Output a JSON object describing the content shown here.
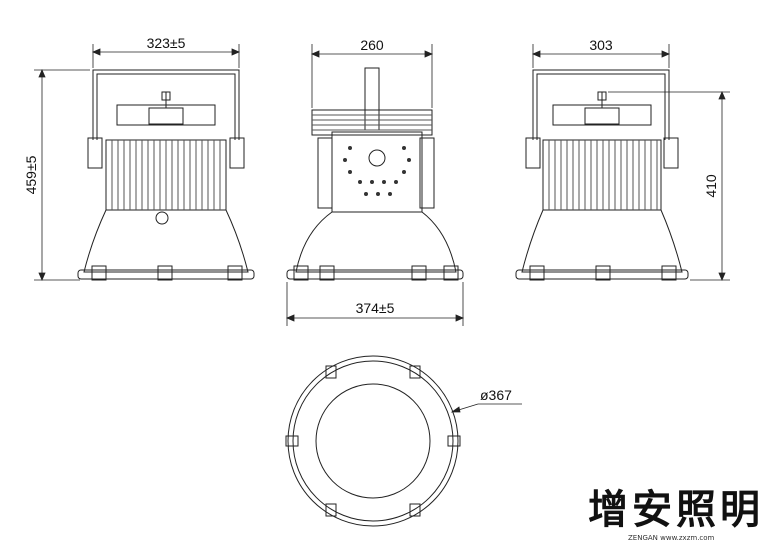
{
  "dimensions": {
    "front_width": "323±5",
    "front_height": "459±5",
    "side_width": "260",
    "side_base_width": "374±5",
    "back_width": "303",
    "back_height": "410",
    "bottom_diameter": "ø367"
  },
  "brand": {
    "logo_text": "增安照明",
    "small_text": "ZENGAN   www.zxzm.com"
  },
  "colors": {
    "line": "#222222",
    "background": "#ffffff"
  }
}
